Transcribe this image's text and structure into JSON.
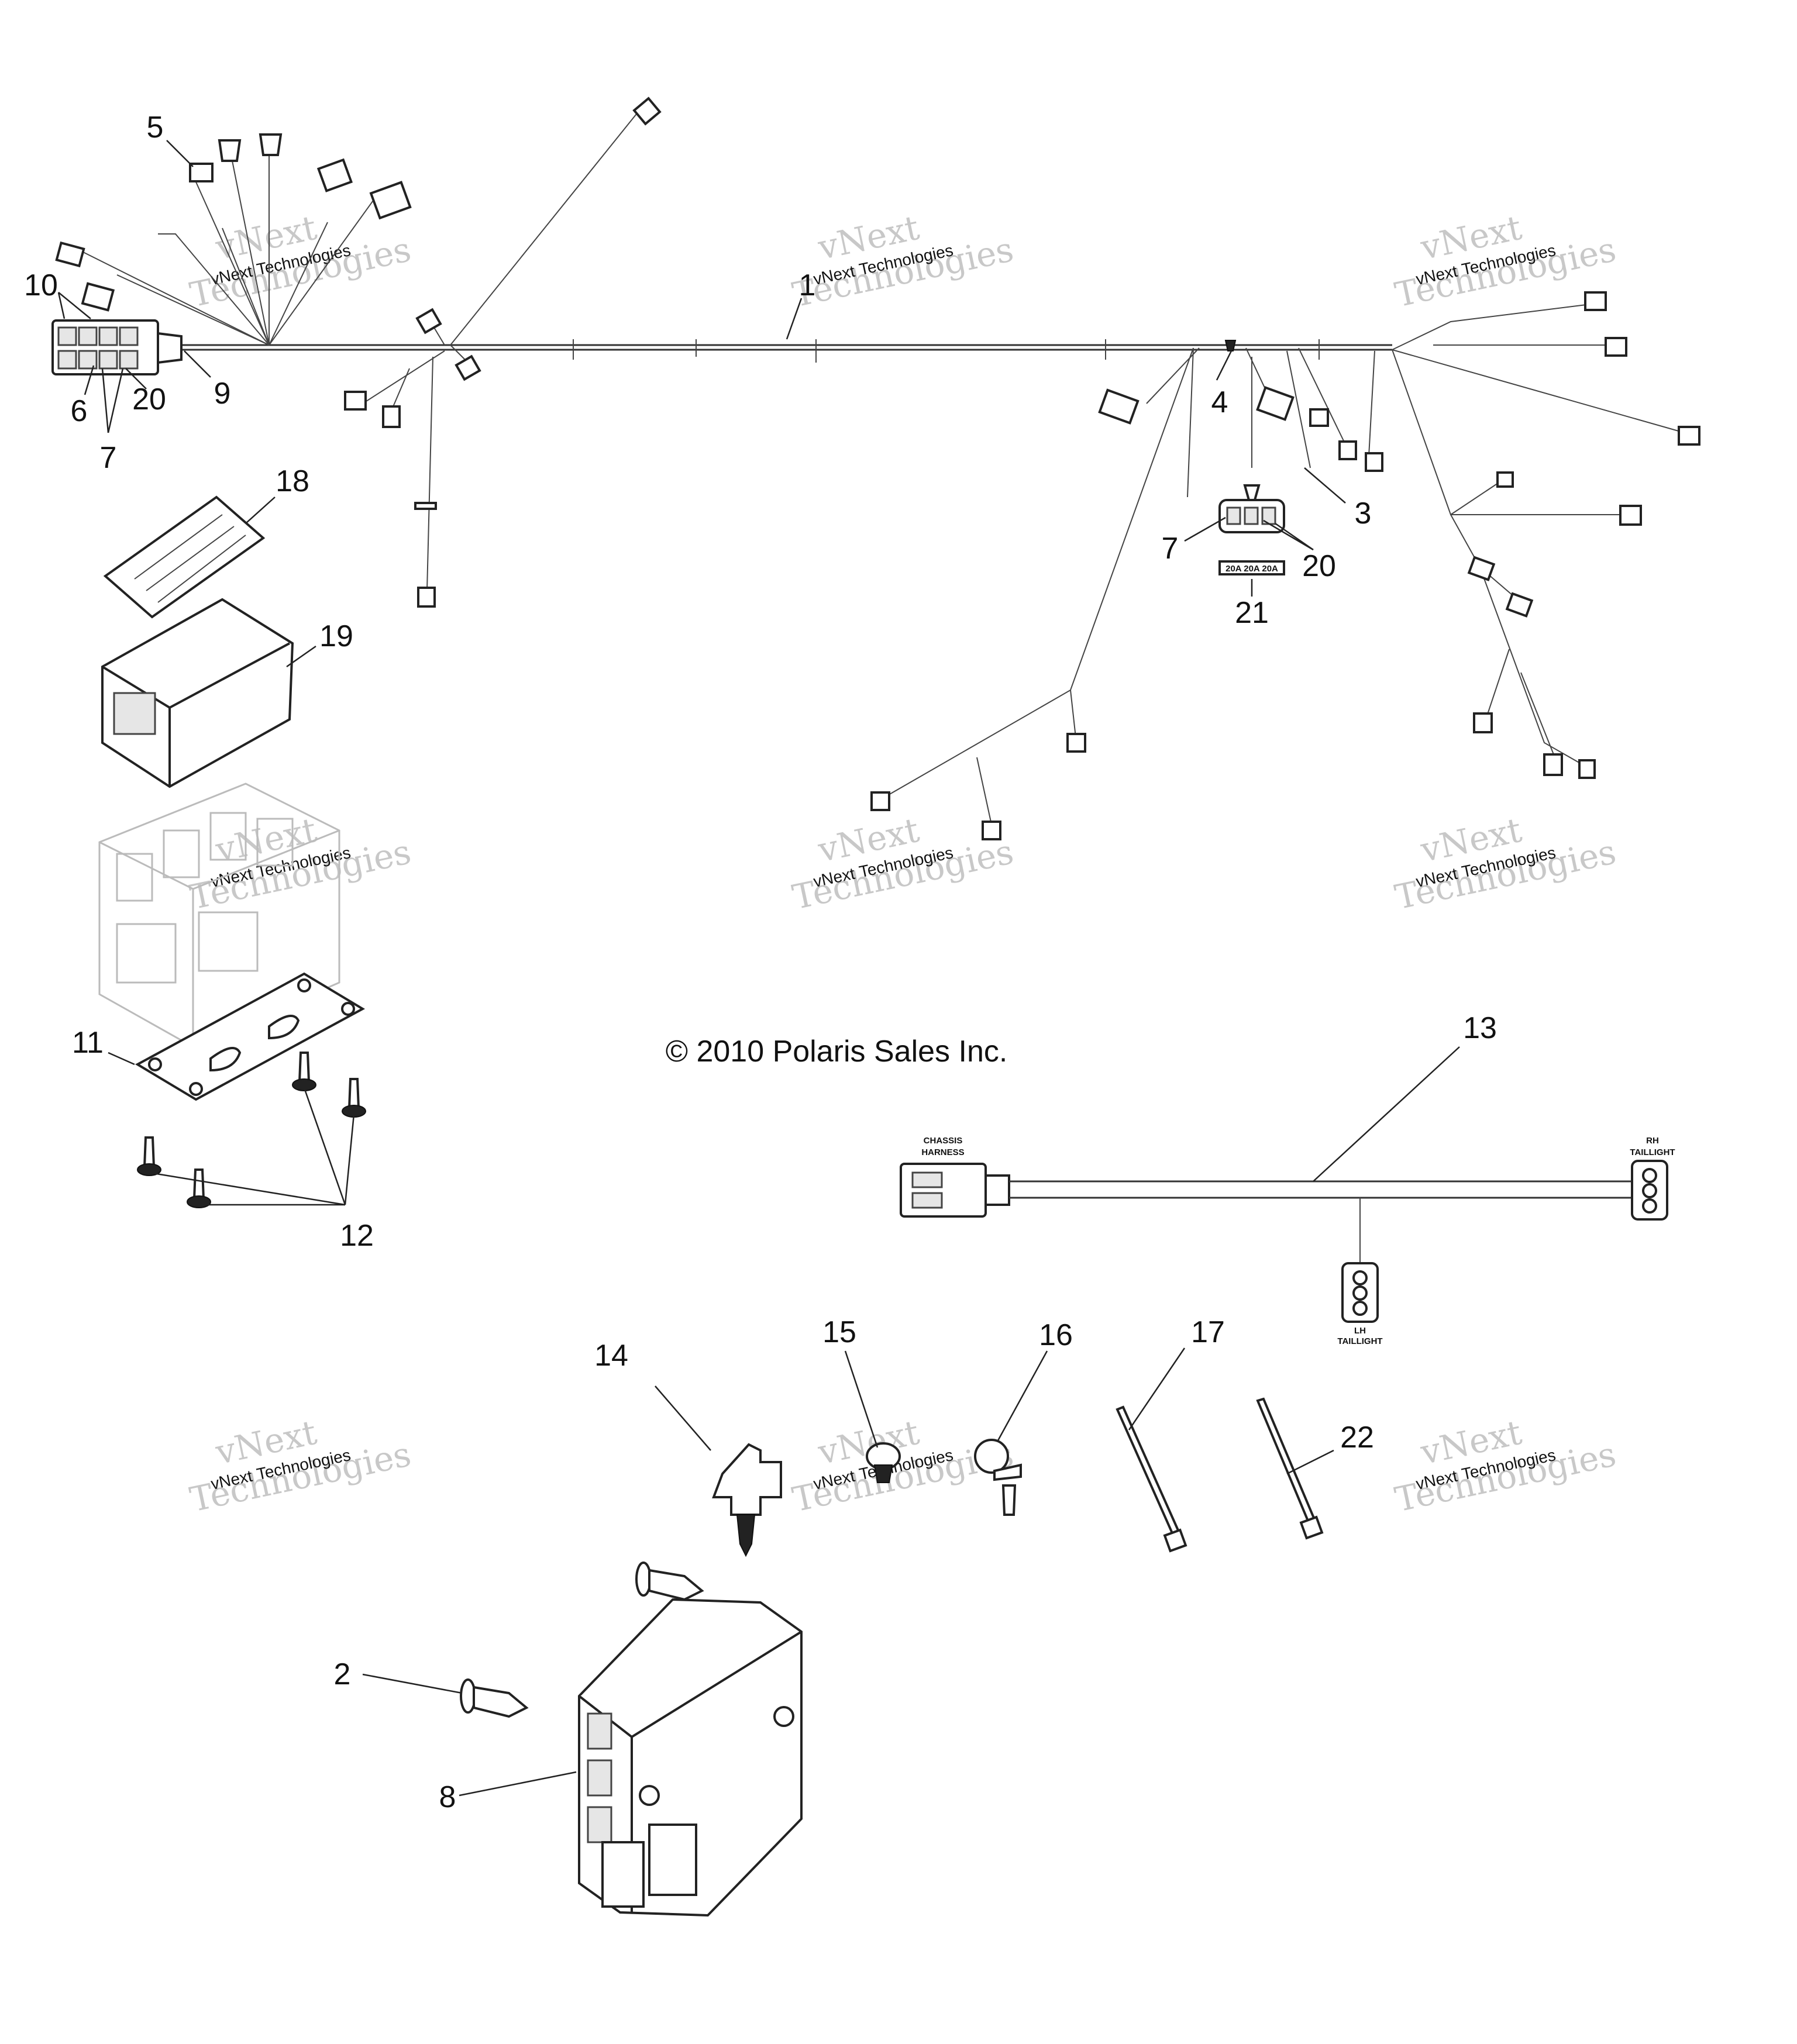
{
  "copyright": "© 2010 Polaris Sales Inc.",
  "watermark": {
    "line1": "vNext",
    "line2": "Technologies"
  },
  "callouts": [
    {
      "id": "c1",
      "label": "1"
    },
    {
      "id": "c2",
      "label": "2"
    },
    {
      "id": "c3",
      "label": "3"
    },
    {
      "id": "c4",
      "label": "4"
    },
    {
      "id": "c5",
      "label": "5"
    },
    {
      "id": "c6",
      "label": "6"
    },
    {
      "id": "c7a",
      "label": "7"
    },
    {
      "id": "c7b",
      "label": "7"
    },
    {
      "id": "c8",
      "label": "8"
    },
    {
      "id": "c9",
      "label": "9"
    },
    {
      "id": "c10",
      "label": "10"
    },
    {
      "id": "c11",
      "label": "11"
    },
    {
      "id": "c12",
      "label": "12"
    },
    {
      "id": "c13",
      "label": "13"
    },
    {
      "id": "c14",
      "label": "14"
    },
    {
      "id": "c15",
      "label": "15"
    },
    {
      "id": "c16",
      "label": "16"
    },
    {
      "id": "c17",
      "label": "17"
    },
    {
      "id": "c18",
      "label": "18"
    },
    {
      "id": "c19",
      "label": "19"
    },
    {
      "id": "c20a",
      "label": "20"
    },
    {
      "id": "c20b",
      "label": "20"
    },
    {
      "id": "c21",
      "label": "21"
    },
    {
      "id": "c22",
      "label": "22"
    }
  ],
  "part_labels": {
    "chassis_harness_1": "CHASSIS",
    "chassis_harness_2": "HARNESS",
    "rh_taillight_1": "RH",
    "rh_taillight_2": "TAILLIGHT",
    "lh_taillight_1": "LH",
    "lh_taillight_2": "TAILLIGHT",
    "fuse_values": "20A 20A 20A"
  }
}
